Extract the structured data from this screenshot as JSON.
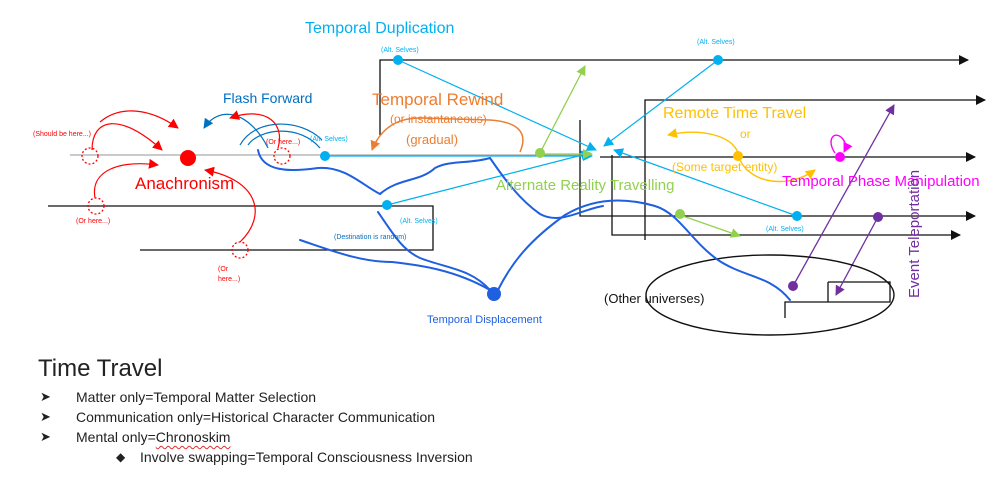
{
  "diagram": {
    "temporal_duplication": "Temporal Duplication",
    "alt_selves": "(Alt. Selves)",
    "flash_forward": "Flash Forward",
    "temporal_rewind": "Temporal Rewind",
    "or_instantaneous": "(or instantaneous)",
    "gradual": "(gradual)",
    "remote_time_travel": "Remote Time Travel",
    "or": "or",
    "some_target_entity": "(Some target entity)",
    "temporal_phase_manipulation": "Temporal Phase Manipulation",
    "event_teleportation": "Event Teleportation",
    "alternate_reality_travelling": "Alternate Reality Travelling",
    "anachronism": "Anachronism",
    "should_be_here": "(Should be here...)",
    "or_here": "(Or here...)",
    "or_word": "(Or",
    "here_word": "here...)",
    "destination_random": "(Destination is random)",
    "temporal_displacement": "Temporal Displacement",
    "other_universes": "(Other universes)"
  },
  "section": {
    "title": "Time Travel",
    "items": [
      {
        "label": "Matter only=Temporal Matter Selection"
      },
      {
        "label": "Communication only=Historical Character Communication"
      },
      {
        "prefix": "Mental only=",
        "squiggle": "Chronoskim"
      }
    ],
    "sub_items": [
      {
        "label": "Involve swapping=Temporal Consciousness Inversion"
      }
    ]
  },
  "colors": {
    "blue": "#00b0f0",
    "red": "#ff0000",
    "orange": "#ed7d31",
    "green": "#92d050",
    "gold": "#ffc000",
    "magenta": "#ff00ff",
    "purple": "#7030a0",
    "dark_blue": "#0070c0",
    "royal_blue": "#1f5fe0"
  }
}
